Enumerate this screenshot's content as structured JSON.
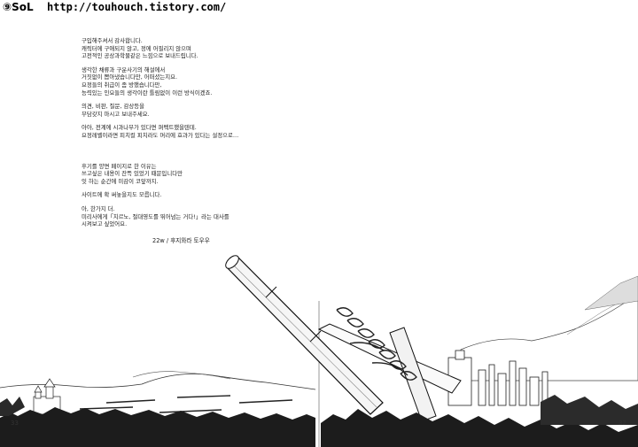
{
  "watermark": {
    "brand": "⑨SoL",
    "url": "http://touhouch.tistory.com/"
  },
  "afterword": {
    "paragraphs": [
      [
        "구입해주셔서 감사합니다.",
        "캐릭터에 구애되지 않고, 정에 어필리지 않으며",
        "고전적인 공상과학물같은 느낌으로 보내드립니다."
      ],
      [
        "생각한 채류과 구운사기의 해설에서",
        "거짓없이 뽑아냈습니다만, 어떠셨는지요.",
        "요정들의 취급이 좀 방했습니다만,",
        "능력있는 인요들의 생각이란 틀림없이 이런 방식이겠죠."
      ],
      [
        "의견, 비판, 질문, 감상등을",
        "부담갖지 마시고 보내주세요."
      ],
      [
        "아아, 전계에 시과나무가 있다면 퍼펙트했을텐데.",
        "요정레벨이라면 피치컬 피치라도 머리에 효과가 있다는 설정으로…"
      ],
      [
        "후기를 양면 페이지로 한 이유는",
        "쓰고싶은 내용이 잔뜩 있었기 때문입니다만",
        "잇 하는 순간에 미감이 코앞까지."
      ],
      [
        "사이트에 확 써놓을지도 모릅니다."
      ],
      [
        "아, 한가지 더.",
        "미리사에게「치르노, 절대영도를 뛰어넘는 거다!」라는 대사를",
        "시켜보고 싶었어요."
      ]
    ],
    "signature": "22w / 후지와라 토우우"
  },
  "pages": {
    "left": "33",
    "right": "32"
  },
  "colors": {
    "ink": "#111111",
    "paper": "#ffffff",
    "shade": "#2a2a2a"
  }
}
